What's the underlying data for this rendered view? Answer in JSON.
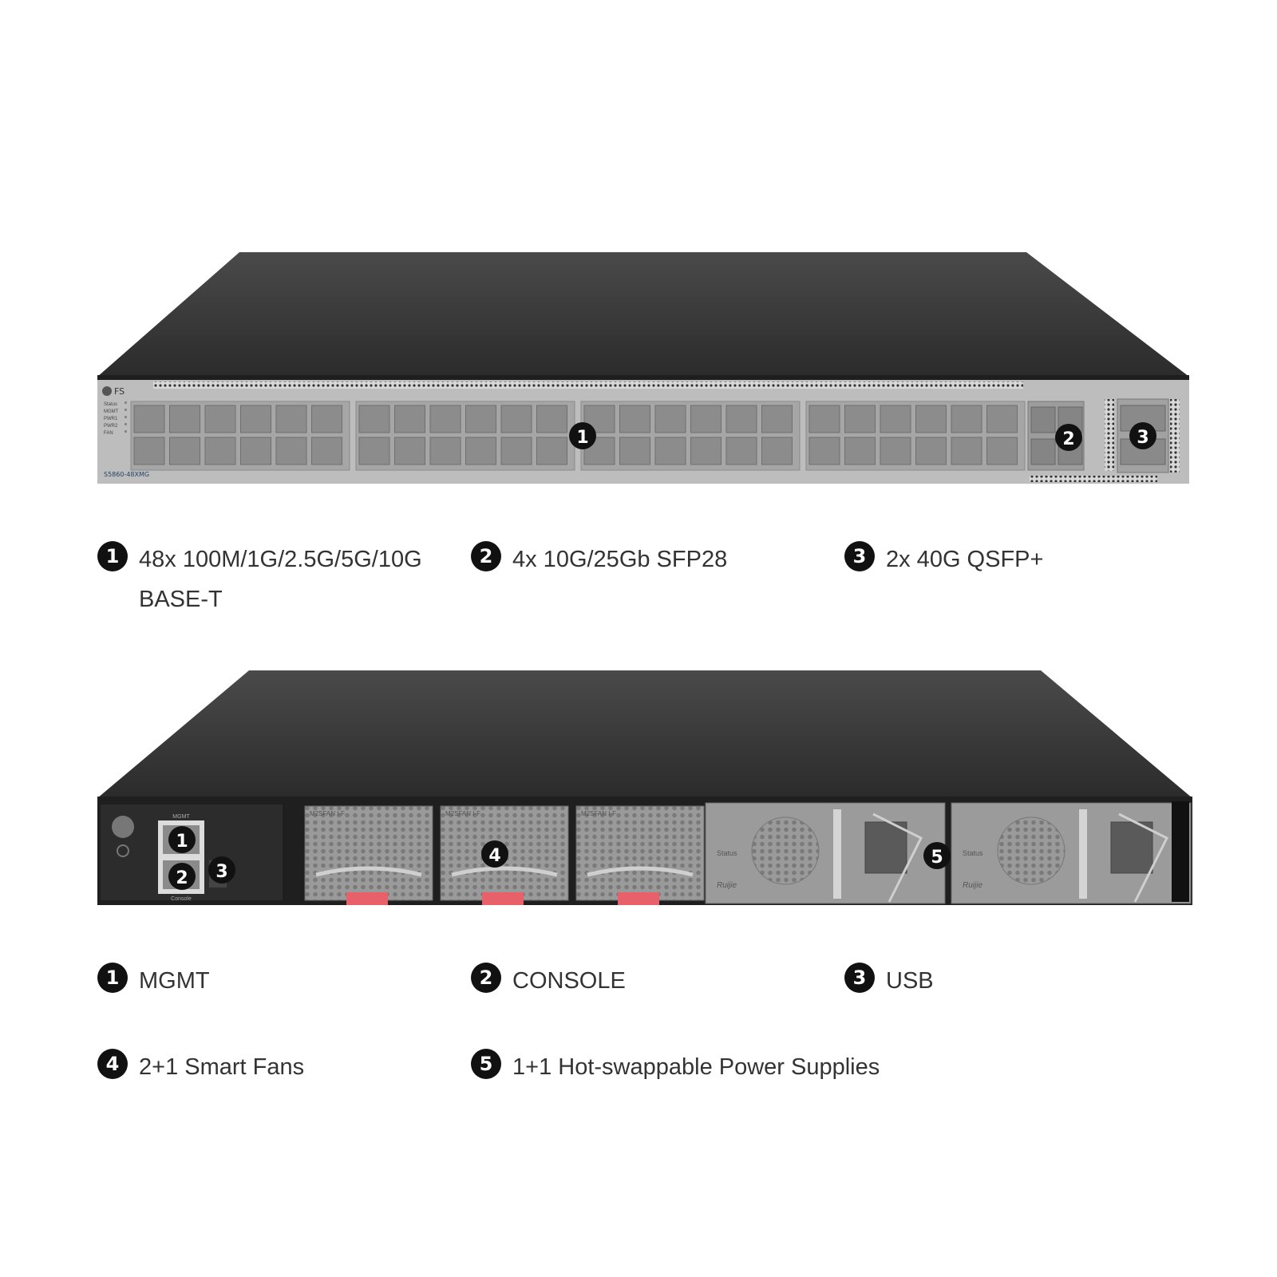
{
  "front_panel": {
    "brand": "FS",
    "model": "S5860-48XMG",
    "led_labels": [
      "Status",
      "MGMT",
      "PWR1",
      "PWR2",
      "FAN"
    ],
    "callouts": [
      "1",
      "2",
      "3"
    ]
  },
  "rear_panel": {
    "mgmt_label": "MGMT",
    "console_label": "Console",
    "fan_label": "M2SFAN I-F",
    "psu_status_label": "Status",
    "psu_brand": "Ruijie",
    "callouts": [
      "1",
      "2",
      "3",
      "4",
      "5"
    ]
  },
  "front_legend": [
    {
      "num": "1",
      "text": "48x 100M/1G/2.5G/5G/10G BASE-T"
    },
    {
      "num": "2",
      "text": "4x 10G/25Gb SFP28"
    },
    {
      "num": "3",
      "text": "2x 40G QSFP+"
    }
  ],
  "rear_legend": [
    {
      "num": "1",
      "text": "MGMT"
    },
    {
      "num": "2",
      "text": "CONSOLE"
    },
    {
      "num": "3",
      "text": "USB"
    },
    {
      "num": "4",
      "text": "2+1 Smart Fans"
    },
    {
      "num": "5",
      "text": "1+1 Hot-swappable Power Supplies"
    }
  ],
  "colors": {
    "chassis_top": "#3a3a3a",
    "chassis_dark": "#2a2a2a",
    "port_panel": "#a9a9a9",
    "port": "#8e8e8e",
    "fan_handle": "#e8606a"
  }
}
